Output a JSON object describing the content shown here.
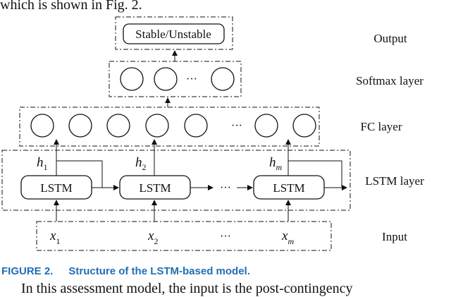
{
  "text": {
    "top_line": "which is shown in Fig. 2.",
    "bottom_line": "In this assessment model, the input is the post-contingency"
  },
  "caption": {
    "label": "FIGURE 2.",
    "title": "Structure of the LSTM-based model."
  },
  "diagram": {
    "output_box": "Stable/Unstable",
    "layers": {
      "output": "Output",
      "softmax": "Softmax layer",
      "fc": "FC layer",
      "lstm": "LSTM layer",
      "input": "Input"
    },
    "lstm_cells": [
      "LSTM",
      "LSTM",
      "LSTM"
    ],
    "hidden": [
      {
        "var": "h",
        "sub": "1"
      },
      {
        "var": "h",
        "sub": "2"
      },
      {
        "var": "h",
        "sub": "m"
      }
    ],
    "inputs": [
      {
        "var": "x",
        "sub": "1"
      },
      {
        "var": "x",
        "sub": "2"
      },
      {
        "var": "x",
        "sub": "m"
      }
    ],
    "ellipsis": "···"
  }
}
